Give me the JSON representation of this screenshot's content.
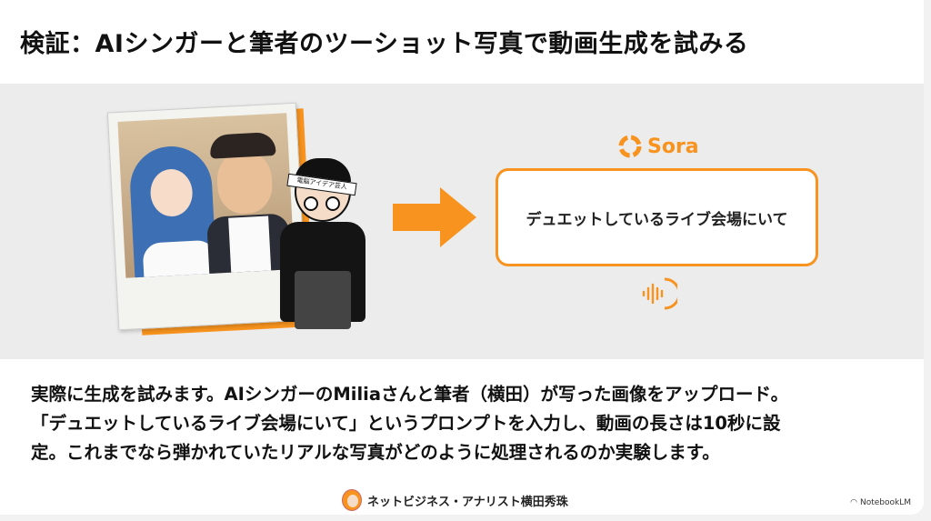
{
  "slide": {
    "title": "検証：AIシンガーと筆者のツーショット写真で動画生成を試みる",
    "illustration": {
      "headband_text": "電脳アイデア芸人"
    },
    "sora": {
      "logo_label": "Sora",
      "prompt": "デュエットしているライブ会場にいて"
    },
    "body_lines": [
      "実際に生成を試みます。AIシンガーのMiliaさんと筆者（横田）が写った画像をアップロード。",
      "「デュエットしているライブ会場にいて」というプロンプトを入力し、動画の長さは10秒に設",
      "定。これまでなら弾かれていたリアルな写真がどのように処理されるのか実験します。"
    ],
    "footer": {
      "author": "ネットビジネス・アナリスト横田秀珠",
      "brand": "NotebookLM"
    },
    "colors": {
      "accent": "#f7931e",
      "band": "#ececec"
    }
  }
}
